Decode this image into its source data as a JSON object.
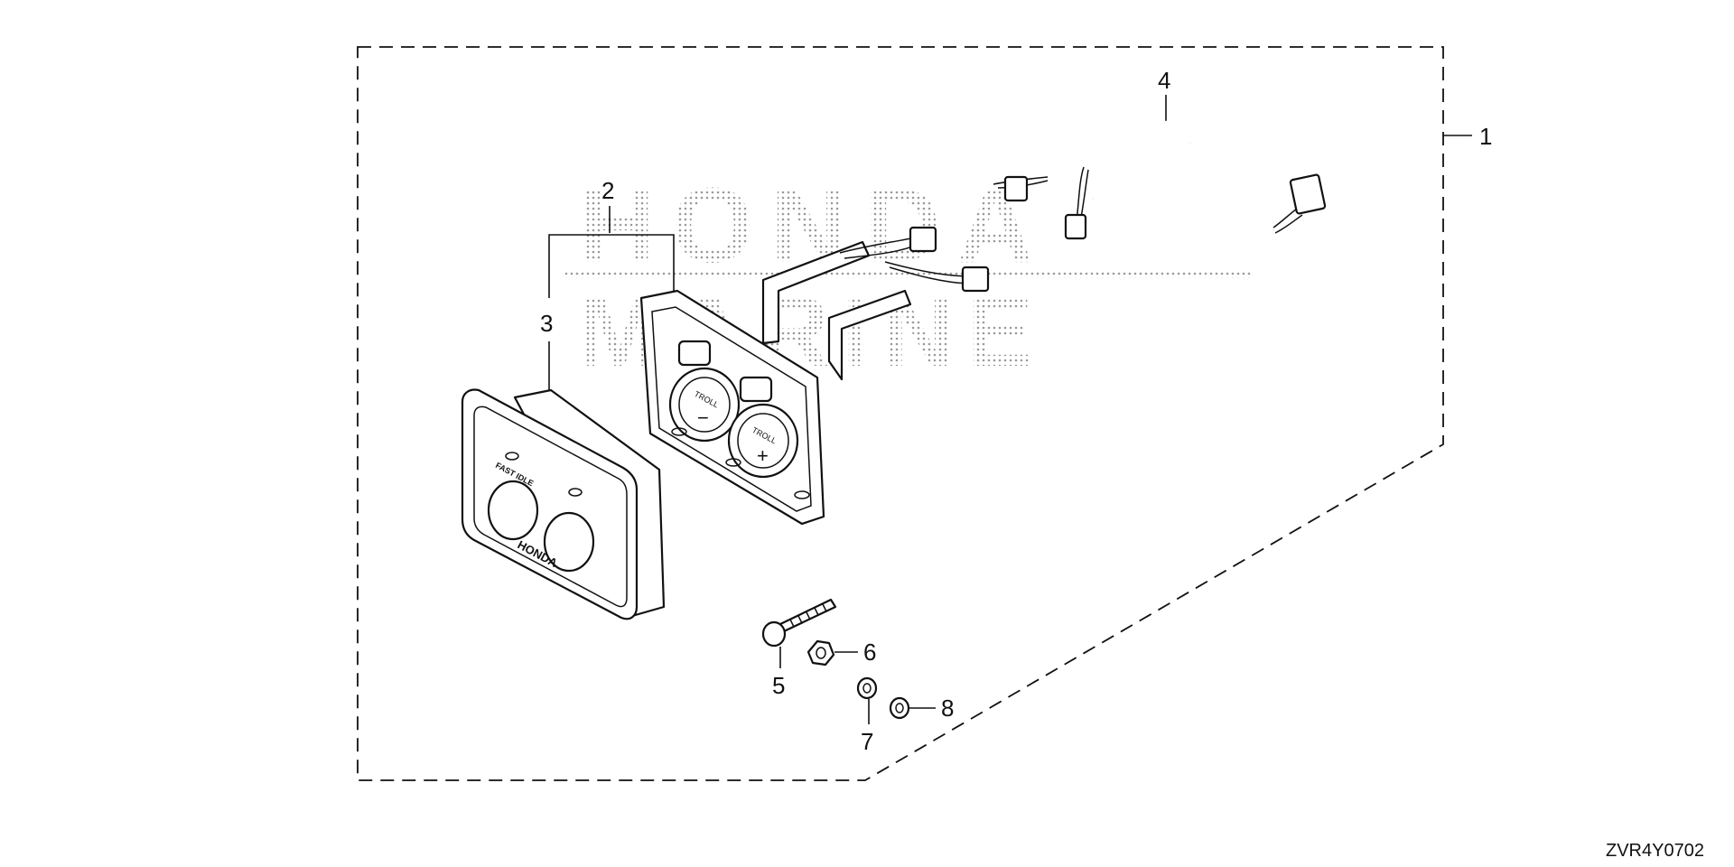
{
  "diagram": {
    "drawing_code": "ZVR4Y0702",
    "watermark": {
      "line1": "HONDA",
      "line2": "MARINE"
    },
    "callouts": [
      {
        "id": "1",
        "label": "1"
      },
      {
        "id": "2",
        "label": "2"
      },
      {
        "id": "3",
        "label": "3"
      },
      {
        "id": "4",
        "label": "4"
      },
      {
        "id": "5",
        "label": "5"
      },
      {
        "id": "6",
        "label": "6"
      },
      {
        "id": "7",
        "label": "7"
      },
      {
        "id": "8",
        "label": "8"
      }
    ],
    "switch_panel": {
      "top_text": "FAST IDLE",
      "brand_text": "HONDA",
      "knob_left_text": "TROLL",
      "knob_right_text": "TROLL",
      "minus_symbol": "−",
      "plus_symbol": "+"
    }
  }
}
